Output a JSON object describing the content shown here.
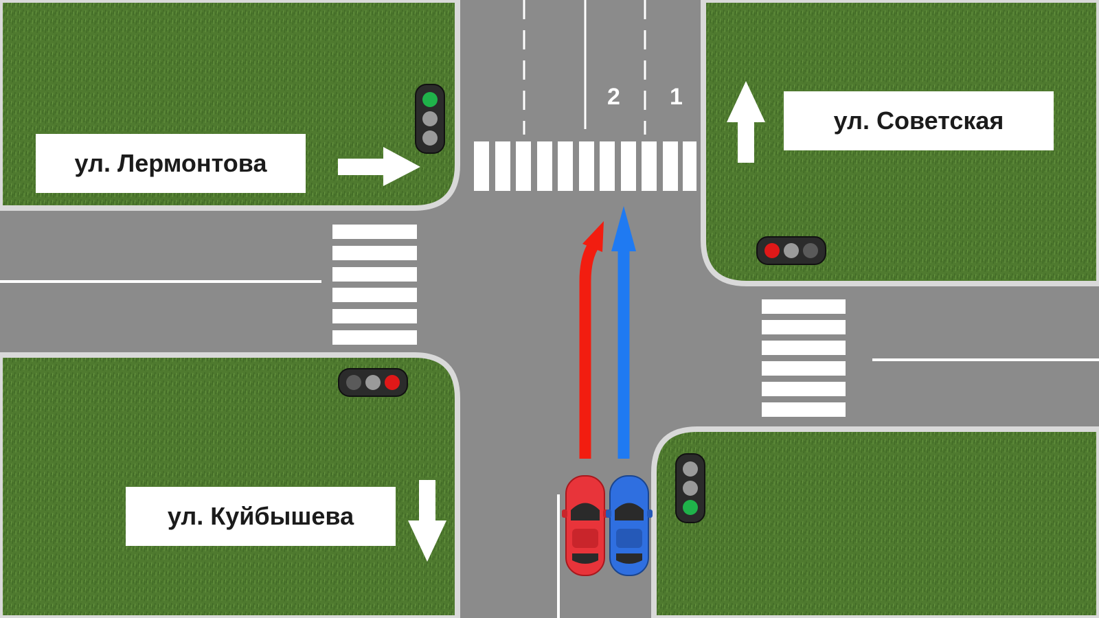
{
  "labels": {
    "lermontova": "ул. Лермонтова",
    "sovetskaya": "ул. Советская",
    "kuybysheva": "ул. Куйбышева"
  },
  "lanes": {
    "lane1": "1",
    "lane2": "2"
  },
  "colors": {
    "grass": "#4f7a2f",
    "asphalt": "#8b8b8b",
    "curb": "#d9d9d9",
    "marking": "#ffffff",
    "red_car": "#e8343a",
    "blue_car": "#2f6fe0",
    "red_path": "#f21d10",
    "blue_path": "#1f7af2",
    "signal_green": "#1fb34a",
    "signal_red": "#e01818"
  },
  "traffic_lights": {
    "north_west": "green",
    "north_east": "red",
    "south_west": "red",
    "south_east": "green"
  },
  "icons": [
    "arrow-right-icon",
    "arrow-up-icon",
    "arrow-down-icon",
    "red-car-icon",
    "blue-car-icon"
  ]
}
